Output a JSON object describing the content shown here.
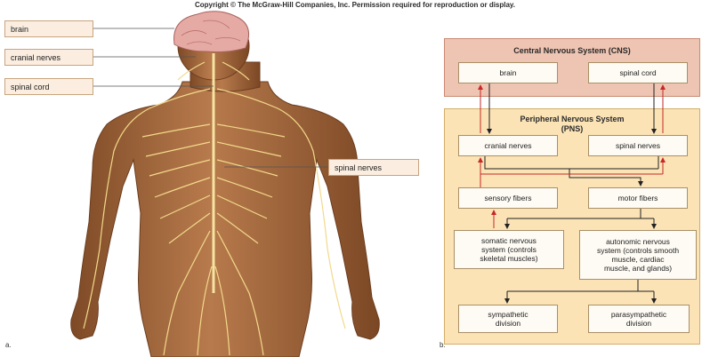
{
  "copyright": "Copyright © The McGraw-Hill Companies, Inc. Permission required for reproduction or display.",
  "figure": {
    "labels": {
      "brain": "brain",
      "cranial_nerves": "cranial nerves",
      "spinal_cord": "spinal cord",
      "spinal_nerves": "spinal nerves"
    },
    "panel_letter": "a."
  },
  "chart": {
    "panel_letter": "b.",
    "cns": {
      "title": "Central Nervous System (CNS)",
      "brain": "brain",
      "spinal_cord": "spinal cord"
    },
    "pns": {
      "title": "Peripheral Nervous System\n(PNS)",
      "cranial_nerves": "cranial nerves",
      "spinal_nerves": "spinal nerves",
      "sensory_fibers": "sensory fibers",
      "motor_fibers": "motor fibers",
      "somatic": "somatic nervous\nsystem (controls\nskeletal muscles)",
      "autonomic": "autonomic nervous\nsystem (controls smooth\nmuscle, cardiac\nmuscle, and glands)",
      "sympathetic": "sympathetic\ndivision",
      "parasympathetic": "parasympathetic\ndivision"
    }
  },
  "colors": {
    "skin": "#a66b40",
    "nerves": "#f3d98a",
    "cns_fill": "#eec4b2",
    "pns_fill": "#fbe3b6",
    "sensory_arrow": "#c62828",
    "motor_arrow": "#222222"
  }
}
